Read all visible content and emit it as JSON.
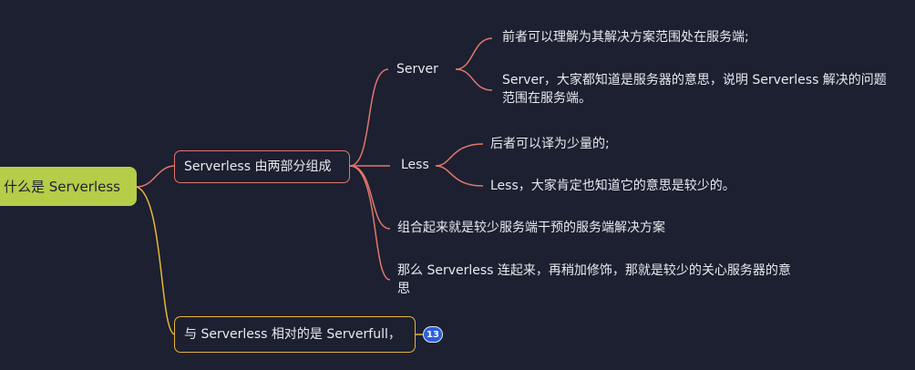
{
  "root": {
    "label": "什么是 Serverless"
  },
  "branch1": {
    "label": "Serverless 由两部分组成",
    "server": {
      "label": "Server",
      "items": [
        "前者可以理解为其解决方案范围处在服务端;",
        "Server，大家都知道是服务器的意思，说明 Serverless 解决的问题范围在服务端。"
      ]
    },
    "less": {
      "label": "Less",
      "items": [
        "后者可以译为少量的;",
        "Less，大家肯定也知道它的意思是较少的。"
      ]
    },
    "combined": "组合起来就是较少服务端干预的服务端解决方案",
    "meaning": "那么 Serverless 连起来，再稍加修饰，那就是较少的关心服务器的意思"
  },
  "branch2": {
    "label": "与 Serverless 相对的是 Serverfull，",
    "badge": "13"
  },
  "colors": {
    "background": "#1c2030",
    "root_fill": "#b5cd49",
    "branch1_line": "#e2766d",
    "branch2_line": "#e9b43b",
    "badge": "#2b5fd9"
  }
}
